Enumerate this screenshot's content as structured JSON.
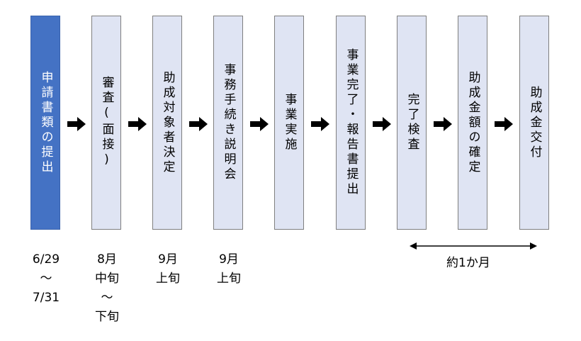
{
  "steps": [
    {
      "label": "申請書類の提出",
      "active": true
    },
    {
      "label": "審査(面接)",
      "active": false
    },
    {
      "label": "助成対象者決定",
      "active": false
    },
    {
      "label": "事務手続き説明会",
      "active": false
    },
    {
      "label": "事業実施",
      "active": false
    },
    {
      "label": "事業完了・報告書提出",
      "active": false
    },
    {
      "label": "完了検査",
      "active": false
    },
    {
      "label": "助成金額の確定",
      "active": false
    },
    {
      "label": "助成金交付",
      "active": false
    }
  ],
  "dates": {
    "step1": "6/29\n〜\n7/31",
    "step2": "8月\n中旬\n〜\n下旬",
    "step3": "9月\n上旬",
    "step4": "9月\n上旬"
  },
  "duration": {
    "label": "約1か月"
  },
  "colors": {
    "active_fill": "#4472c4",
    "step_fill": "#dfe4f3",
    "arrow": "#000000"
  }
}
